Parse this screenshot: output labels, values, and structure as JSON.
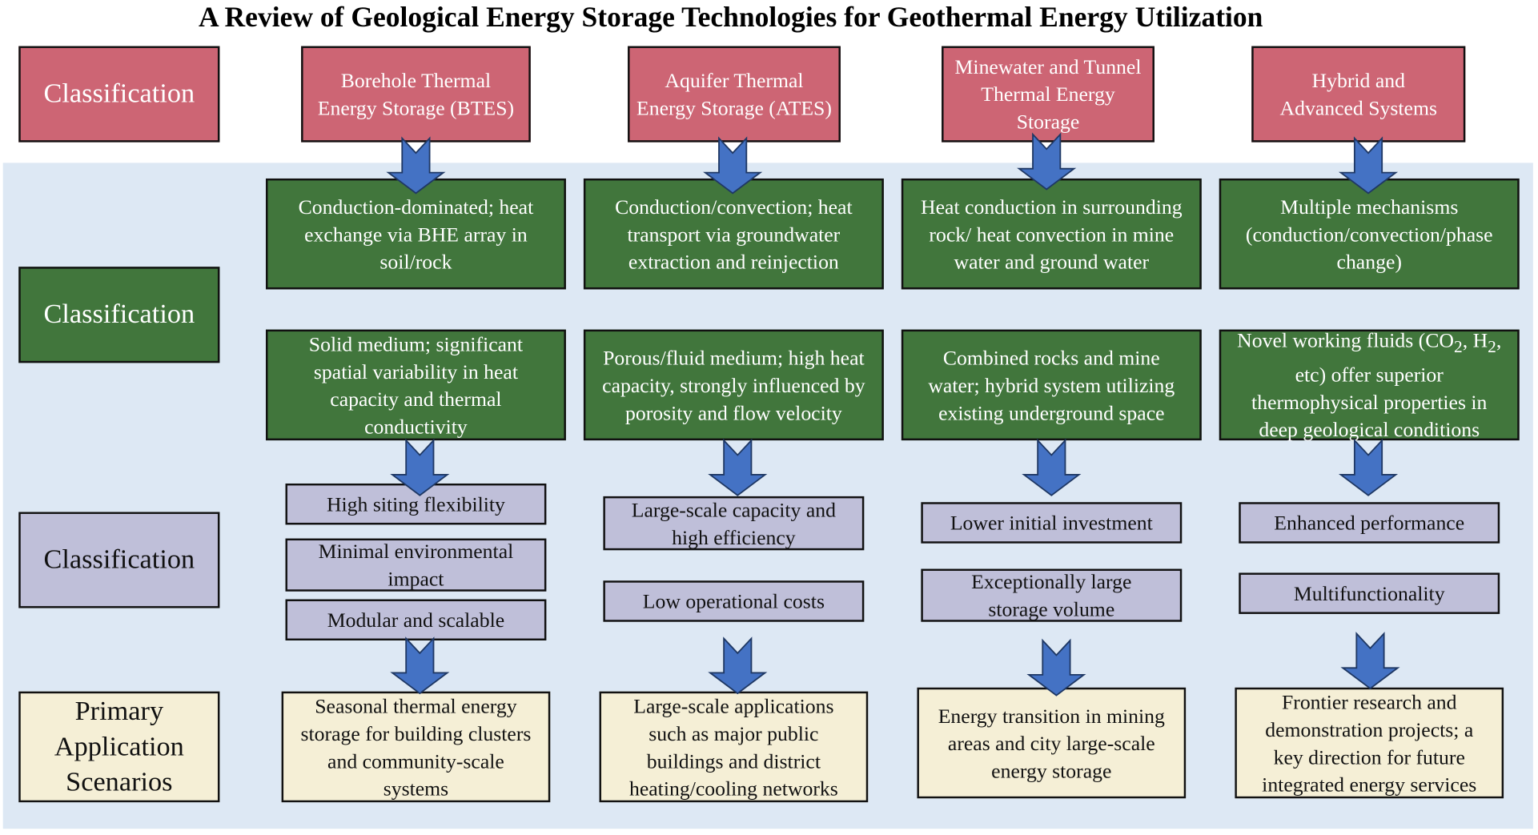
{
  "title": "A Review of Geological Energy Storage Technologies for Geothermal Energy Utilization",
  "row_labels": [
    "Classification",
    "Classification",
    "Classification",
    "Primary Application Scenarios"
  ],
  "colors": {
    "header": "#cd6574",
    "mechanism": "#41763c",
    "advantage": "#bfbfd9",
    "application": "#f5efd6",
    "panel": "#dde8f4",
    "arrow": "#4472c4"
  },
  "columns": [
    {
      "header": "Borehole Thermal Energy Storage (BTES)",
      "mechanism": "Conduction-dominated; heat exchange via BHE array in soil/rock",
      "medium": "Solid medium; significant spatial variability in heat capacity and thermal conductivity",
      "advantages": [
        "High siting flexibility",
        "Minimal environmental impact",
        "Modular and scalable"
      ],
      "application": "Seasonal thermal energy storage for building clusters and community-scale systems"
    },
    {
      "header": "Aquifer Thermal Energy Storage (ATES)",
      "mechanism": "Conduction/convection; heat transport via groundwater extraction and reinjection",
      "medium": "Porous/fluid medium; high heat capacity, strongly influenced by porosity and flow velocity",
      "advantages": [
        "Large-scale capacity and high efficiency",
        "Low operational costs"
      ],
      "application": "Large-scale applications such as major public buildings and district heating/cooling networks"
    },
    {
      "header": "Minewater and Tunnel Thermal Energy Storage",
      "mechanism": "Heat conduction in surrounding rock/ heat convection in mine water and ground water",
      "medium": "Combined rocks and mine water; hybrid system utilizing existing underground space",
      "advantages": [
        "Lower initial investment",
        "Exceptionally large storage volume"
      ],
      "application": "Energy transition in mining areas and city large-scale energy storage"
    },
    {
      "header": "Hybrid and Advanced Systems",
      "mechanism": "Multiple mechanisms (conduction/convection/phase change)",
      "medium_parts": [
        "Novel working fluids (CO",
        "2",
        ", H",
        "2",
        ", etc) offer superior thermophysical properties in deep geological conditions"
      ],
      "advantages": [
        "Enhanced performance",
        "Multifunctionality"
      ],
      "application": "Frontier research and demonstration projects; a key direction for future integrated energy services"
    }
  ]
}
